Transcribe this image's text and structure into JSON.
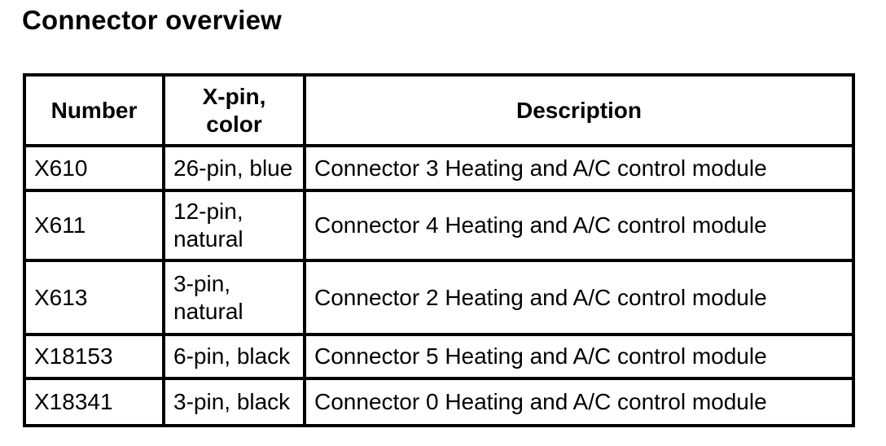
{
  "page": {
    "title": "Connector overview"
  },
  "colors": {
    "text": "#000000",
    "background": "#ffffff",
    "table_border": "#000000"
  },
  "table": {
    "headers": {
      "number": "Number",
      "pin_color": "X-pin,\ncolor",
      "description": "Description"
    },
    "rows": [
      {
        "number": "X610",
        "pin_color": "26-pin, blue",
        "description": "Connector 3 Heating and A/C control module"
      },
      {
        "number": "X611",
        "pin_color": "12-pin, natural",
        "description": "Connector 4 Heating and A/C control module"
      },
      {
        "number": "X613",
        "pin_color": "3-pin, natural",
        "description": "Connector 2 Heating and A/C control module"
      },
      {
        "number": "X18153",
        "pin_color": "6-pin, black",
        "description": "Connector 5 Heating and A/C control module"
      },
      {
        "number": "X18341",
        "pin_color": "3-pin, black",
        "description": "Connector 0 Heating and A/C control module"
      }
    ]
  }
}
